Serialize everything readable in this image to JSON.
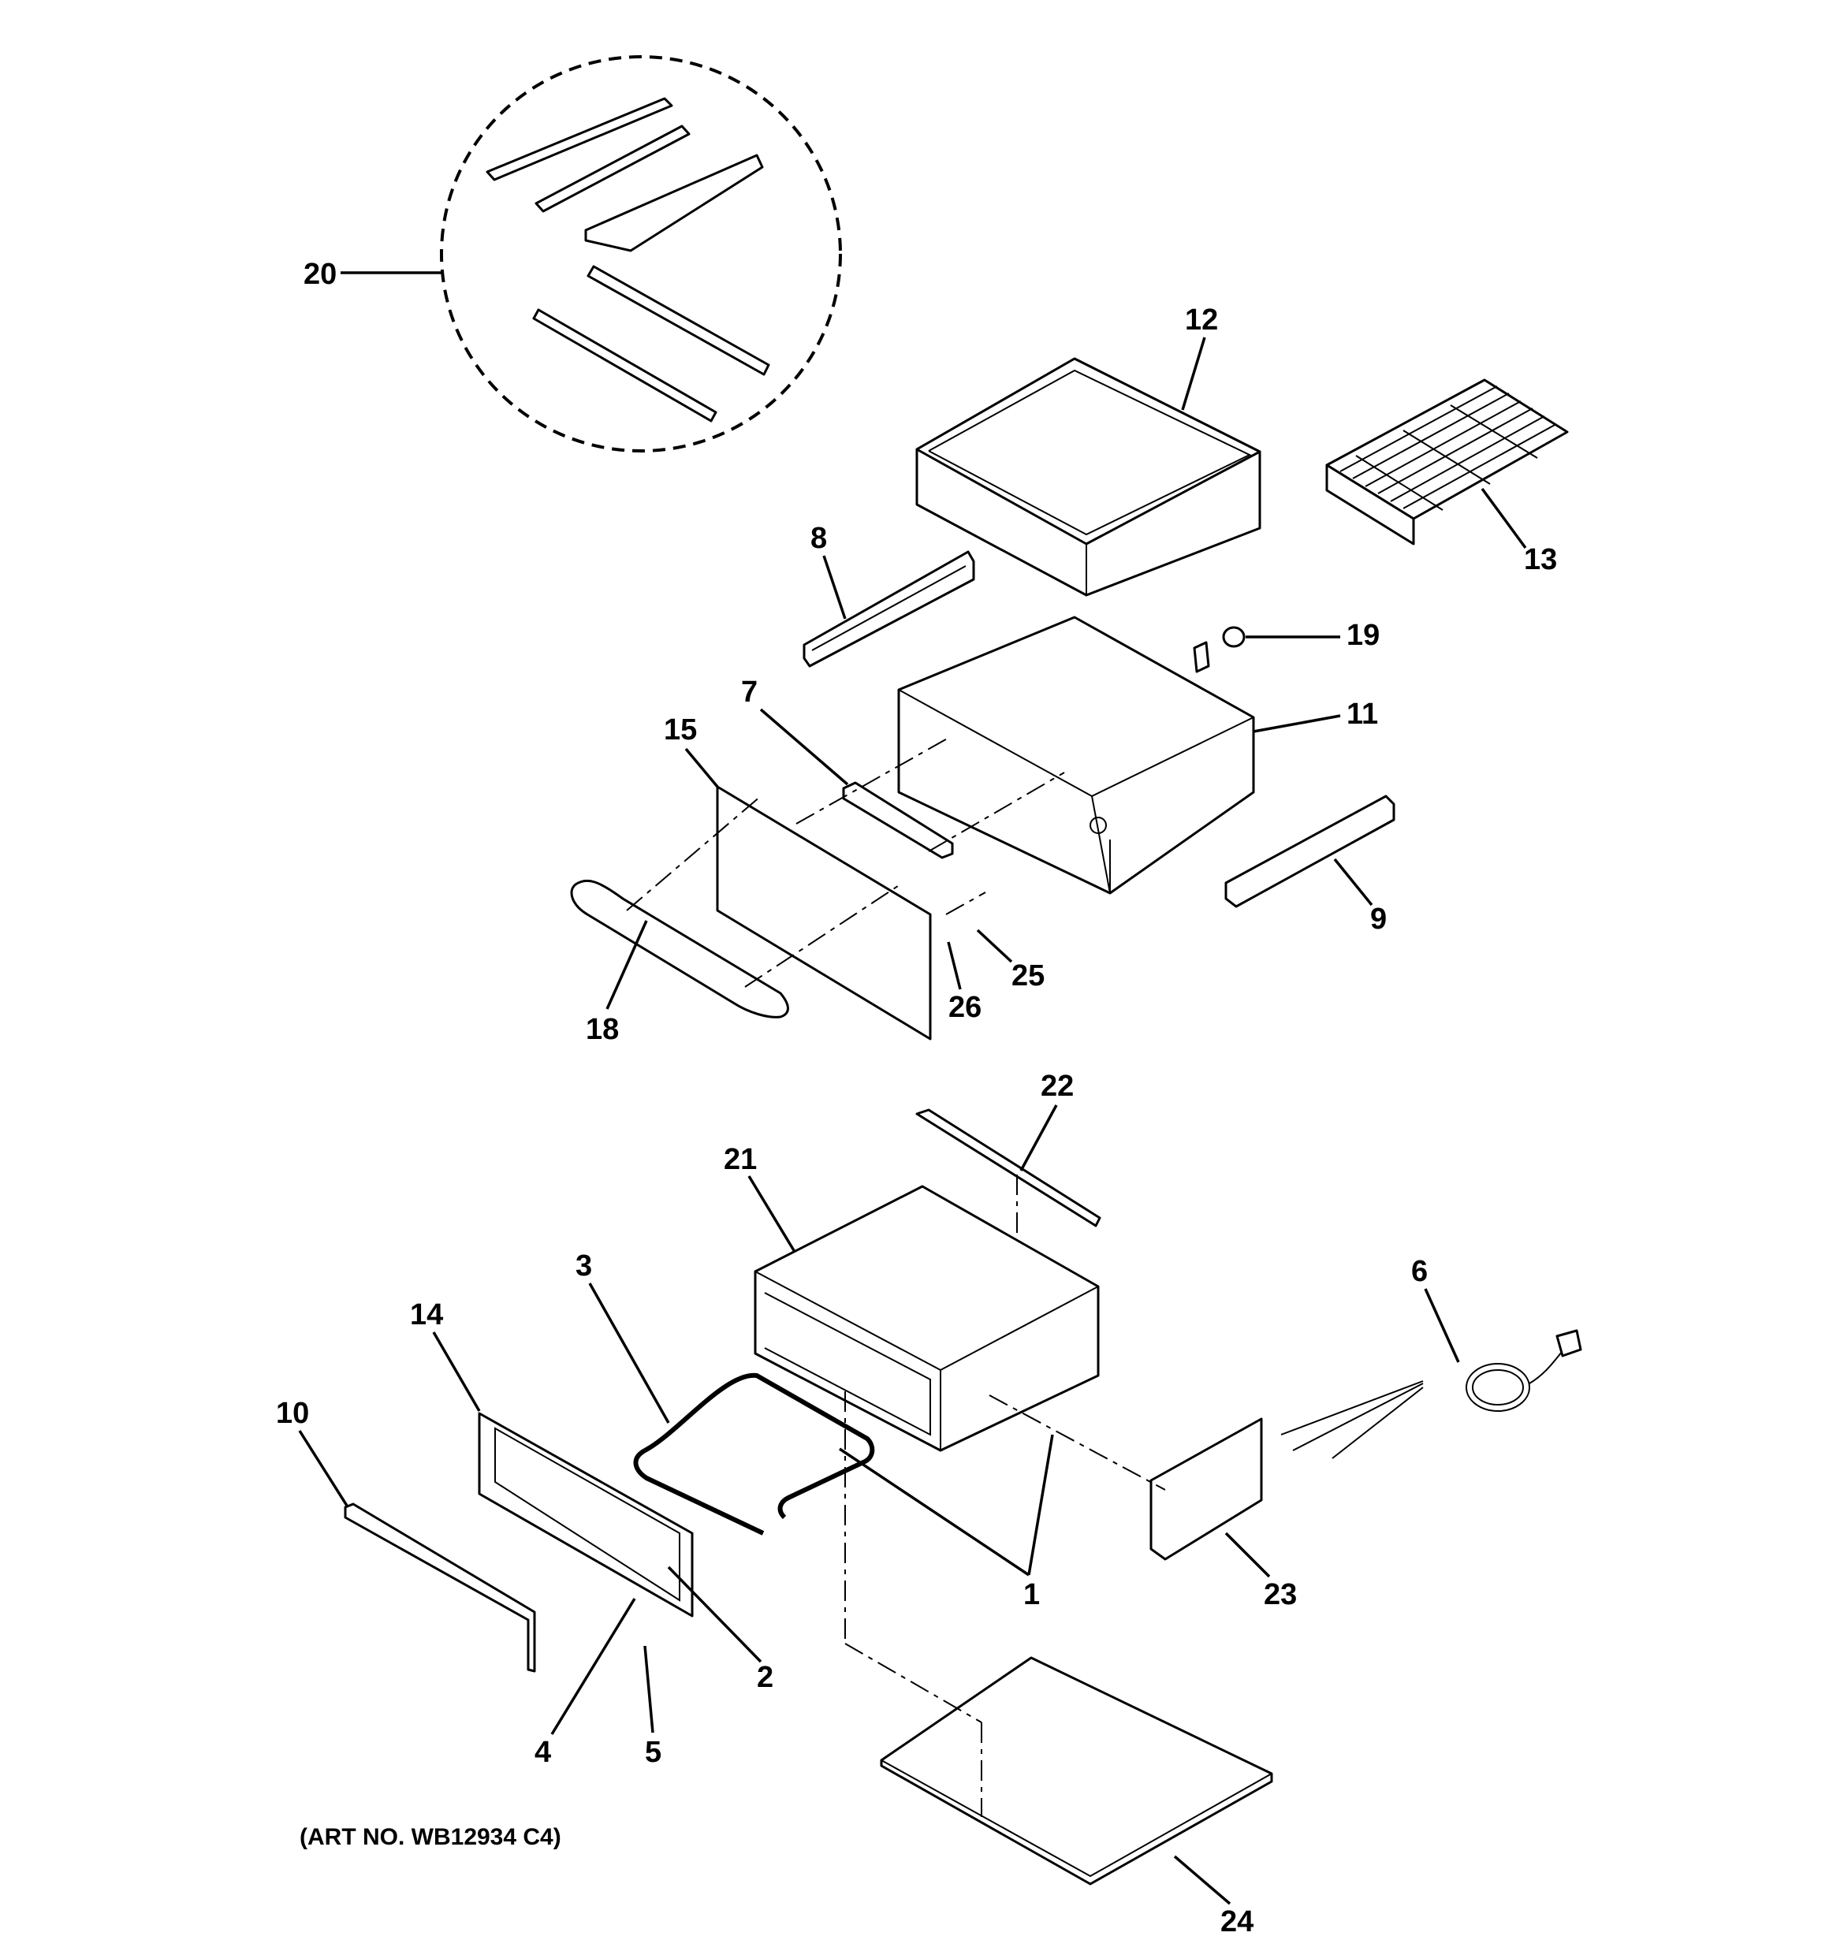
{
  "diagram": {
    "callouts": {
      "c1": "1",
      "c2": "2",
      "c3": "3",
      "c4": "4",
      "c5": "5",
      "c6": "6",
      "c7": "7",
      "c8": "8",
      "c9": "9",
      "c10": "10",
      "c11": "11",
      "c12": "12",
      "c13": "13",
      "c14": "14",
      "c15": "15",
      "c18": "18",
      "c19": "19",
      "c20": "20",
      "c21": "21",
      "c22": "22",
      "c23": "23",
      "c24": "24",
      "c25": "25",
      "c26": "26"
    },
    "art_number": "(ART NO. WB12934 C4)"
  }
}
